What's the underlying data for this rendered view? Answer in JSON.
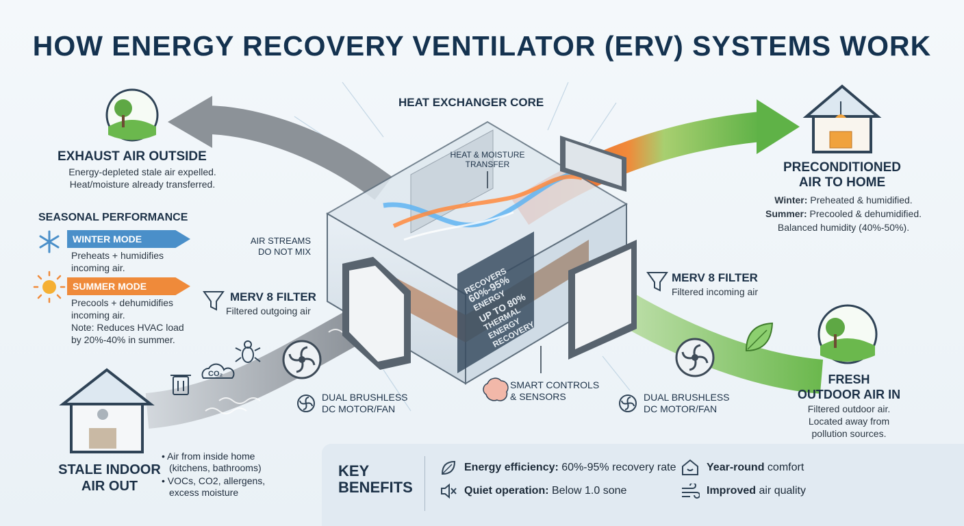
{
  "title": "HOW ENERGY RECOVERY VENTILATOR (ERV) SYSTEMS WORK",
  "core": {
    "title": "HEAT EXCHANGER CORE",
    "transfer_label_1": "HEAT & MOISTURE",
    "transfer_label_2": "TRANSFER",
    "no_mix_1": "AIR STREAMS",
    "no_mix_2": "DO NOT MIX",
    "panel_1": "RECOVERS",
    "panel_2": "60%-95%",
    "panel_3": "ENERGY",
    "panel_4": "UP TO 80%",
    "panel_5": "THERMAL ENERGY",
    "panel_6": "RECOVERY"
  },
  "exhaust": {
    "title": "EXHAUST AIR OUTSIDE",
    "line1": "Energy-depleted stale air expelled.",
    "line2": "Heat/moisture already transferred."
  },
  "seasonal": {
    "title": "SEASONAL PERFORMANCE",
    "winter_label": "WINTER MODE",
    "winter_desc_1": "Preheats + humidifies",
    "winter_desc_2": "incoming air.",
    "summer_label": "SUMMER MODE",
    "summer_desc_1": "Precools + dehumidifies",
    "summer_desc_2": "incoming air.",
    "note_1": "Note: Reduces HVAC load",
    "note_2": "by 20%-40% in summer.",
    "winter_color": "#4a8fc9",
    "summer_color": "#ef8a3a"
  },
  "filter_left": {
    "title": "MERV 8 FILTER",
    "desc": "Filtered outgoing air"
  },
  "filter_right": {
    "title": "MERV 8 FILTER",
    "desc": "Filtered incoming air"
  },
  "fan_left": {
    "line1": "DUAL BRUSHLESS",
    "line2": "DC MOTOR/FAN"
  },
  "fan_right": {
    "line1": "DUAL BRUSHLESS",
    "line2": "DC MOTOR/FAN"
  },
  "controls": {
    "line1": "SMART CONTROLS",
    "line2": "& SENSORS"
  },
  "preconditioned": {
    "title_1": "PRECONDITIONED",
    "title_2": "AIR TO HOME",
    "winter_bold": "Winter:",
    "winter_text": " Preheated & humidified.",
    "summer_bold": "Summer:",
    "summer_text": " Precooled & dehumidified.",
    "balanced": "Balanced humidity (40%-50%)."
  },
  "fresh": {
    "title_1": "FRESH",
    "title_2": "OUTDOOR AIR IN",
    "line1": "Filtered outdoor air.",
    "line2": "Located away from",
    "line3": "pollution sources."
  },
  "stale": {
    "title_1": "STALE INDOOR",
    "title_2": "AIR OUT",
    "bullet1_a": "Air from inside home",
    "bullet1_b": "(kitchens, bathrooms)",
    "bullet2_a": "VOCs, CO2, allergens,",
    "bullet2_b": "excess moisture",
    "co2_label": "CO₂"
  },
  "benefits": {
    "title_1": "KEY",
    "title_2": "BENEFITS",
    "b1_bold": "Energy efficiency:",
    "b1_text": " 60%-95% recovery rate",
    "b2_bold": "Quiet operation:",
    "b2_text": " Below 1.0 sone",
    "b3_bold": "Year-round",
    "b3_text": " comfort",
    "b4_bold": "Improved",
    "b4_text": " air quality"
  },
  "icons": [
    "tree-icon",
    "house-icon",
    "snowflake-icon",
    "sun-icon",
    "funnel-icon",
    "fan-icon",
    "brain-icon",
    "leaf-icon",
    "trash-icon",
    "cloud-icon",
    "bug-icon",
    "mute-icon",
    "wind-icon"
  ]
}
